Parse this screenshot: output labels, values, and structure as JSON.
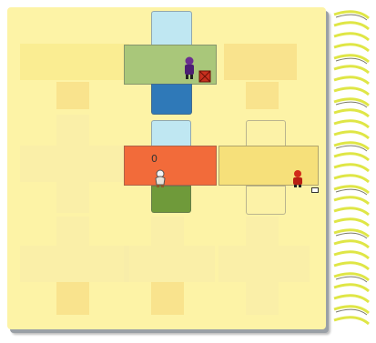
{
  "board": {
    "selected_cell_label": "0"
  },
  "characters": {
    "top": "purple-character",
    "center": "white-character",
    "right": "red-character"
  },
  "items": {
    "top": "red-crate",
    "right": "small-box"
  },
  "colors": {
    "page": "#fdf3a6",
    "sky_tile": "#bfe7f2",
    "green_tile": "#a9c77a",
    "blue_tile": "#2f79b8",
    "orange_tile": "#f26b3a",
    "dark_green_tile": "#6f9a3a",
    "yellow_tile": "#f6e07a",
    "spiral": "#e9ee52"
  }
}
